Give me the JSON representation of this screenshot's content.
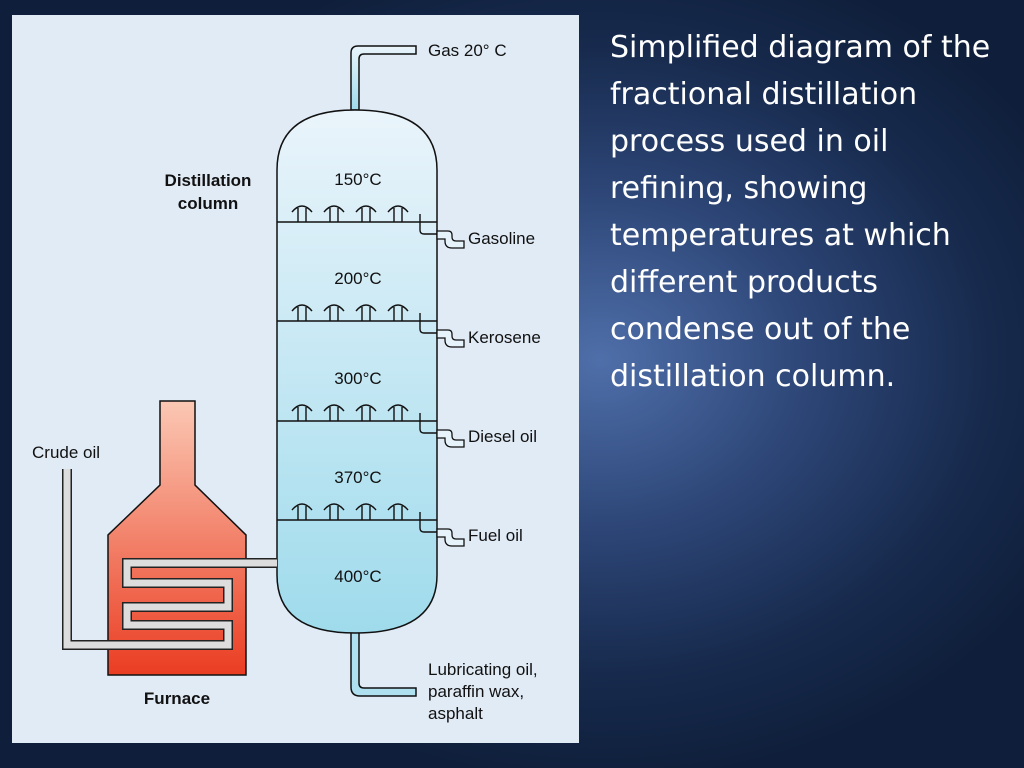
{
  "caption": "Simplified diagram of the fractional distillation process used in oil refining, showing temperatures at which different products condense out of the distillation column.",
  "diagram": {
    "column_label": [
      "Distillation",
      "column"
    ],
    "furnace_label": "Furnace",
    "crude_oil_label": "Crude oil",
    "top_output": "Gas 20° C",
    "stages": [
      {
        "temperature": "150°C",
        "product": "Gasoline"
      },
      {
        "temperature": "200°C",
        "product": "Kerosene"
      },
      {
        "temperature": "300°C",
        "product": "Diesel oil"
      },
      {
        "temperature": "370°C",
        "product": "Fuel oil"
      }
    ],
    "bottom_temperature": "400°C",
    "bottom_output": [
      "Lubricating oil,",
      "paraffin wax,",
      "asphalt"
    ]
  },
  "colors": {
    "background": "#1b2f55",
    "panel": "#e1ebf6",
    "column_top": "#eaf4fb",
    "column_bottom": "#9fdbec",
    "furnace_top": "#fbc8b4",
    "furnace_bottom": "#ea3d22",
    "pipe_fill": "#dddddd"
  }
}
